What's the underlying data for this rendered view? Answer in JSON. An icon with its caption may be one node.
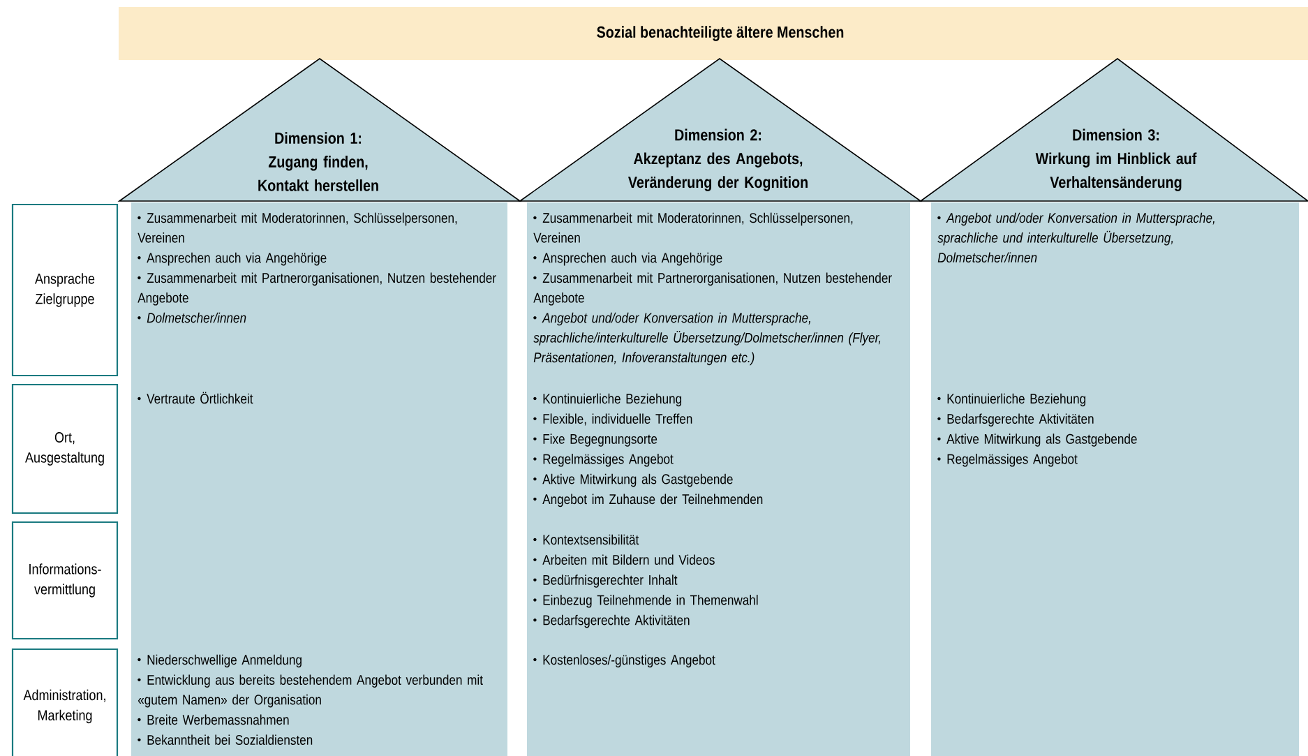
{
  "diagram": {
    "nodes": [
      {
        "text": [
          "Sozial benachteiligte ältere Menschen"
        ]
      },
      {
        "text": [
          "Dimension 1:",
          "Zugang finden, Kontakt herstellen"
        ]
      },
      {
        "text": [
          "Dimension 2:",
          "Akzeptanz des Angebots, Veränderung der Kognition"
        ]
      },
      {
        "text": [
          "Dimension 3:",
          "Wirkung im Hinblick auf Verhaltensänderung"
        ]
      },
      {
        "text": [
          "Ansprache Zielgruppe"
        ]
      },
      {
        "text": [
          "Ort, Ausgestaltung"
        ]
      },
      {
        "text": [
          "Informations- vermittlung"
        ]
      },
      {
        "text": [
          "Administration, Marketing"
        ]
      },
      {
        "text": [
          "Zusammenarbeit mit Moderatorinnen, Schlüsselpersonen, Vereinen",
          "Ansprechen auch via Angehörige",
          "Zusammenarbeit mit Partnerorganisationen, Nutzen bestehender Angebote",
          "Dolmetscher/innen",
          "Vertraute Örtlichkeit",
          "Niederschwellige Anmeldung",
          "Entwicklung aus bereits bestehendem Angebot verbunden mit «gutem Namen» der Organisation",
          "Breite Werbemassnahmen",
          "Bekanntheit bei Sozialdiensten"
        ]
      },
      {
        "text": [
          "Zusammenarbeit mit Moderatorinnen, Schlüsselpersonen, Vereinen",
          "Ansprechen auch via Angehörige",
          "Zusammenarbeit mit Partnerorganisationen, Nutzen bestehender Angebote",
          "Angebot und/oder Konversation in Muttersprache, sprachliche/interkulturelle Übersetzung/Dolmetscher/innen (Flyer, Präsentationen, Infoveranstaltungen etc.)",
          "Kontinuierliche Beziehung",
          "Flexible, individuelle Treffen",
          "Fixe Begegnungsorte",
          "Regelmässiges Angebot",
          "Aktive Mitwirkung als Gastgebende",
          "Angebot im Zuhause der Teilnehmenden",
          "Kontextsensibilität",
          "Arbeiten mit Bildern und Videos",
          "Bedürfnisgerechter Inhalt",
          "Einbezug Teilnehmende in Themenwahl",
          "Bedarfsgerechte Aktivitäten",
          "Kostenloses/-günstiges Angebot"
        ]
      },
      {
        "text": [
          "Angebot und/oder Konversation in Muttersprache, sprachliche und interkulturelle Übersetzung, Dolmetscher/innen",
          "Kontinuierliche Beziehung",
          "Bedarfsgerechte Aktivitäten",
          "Aktive Mitwirkung als Gastgebende",
          "Regelmässiges Angebot"
        ]
      }
    ]
  }
}
